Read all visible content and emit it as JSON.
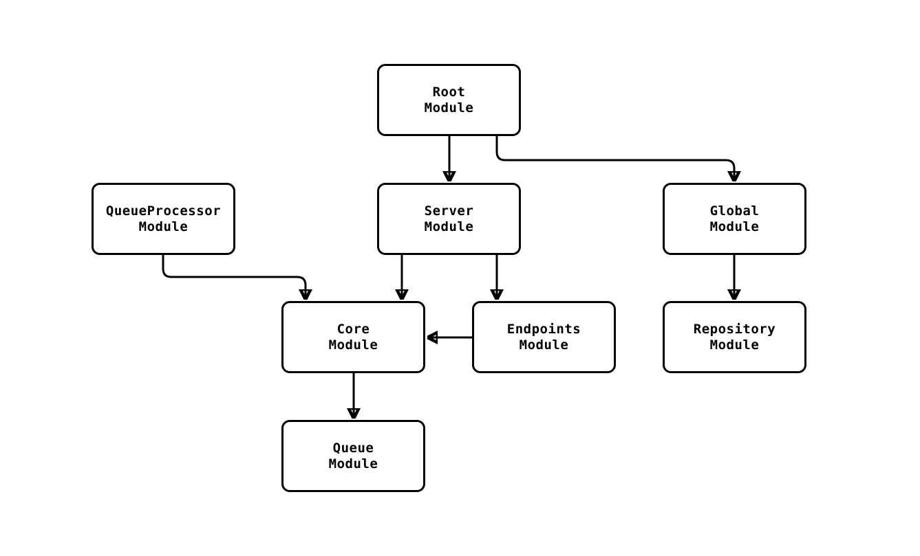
{
  "diagram": {
    "type": "module-dependency-flowchart",
    "background_color": "#ffffff",
    "stroke_color": "#000000",
    "node_fill_color": "#ffffff",
    "text_color": "#000000",
    "nodes": {
      "root": {
        "line1": "Root",
        "line2": "Module"
      },
      "queueprocessor": {
        "line1": "QueueProcessor",
        "line2": "Module"
      },
      "server": {
        "line1": "Server",
        "line2": "Module"
      },
      "global": {
        "line1": "Global",
        "line2": "Module"
      },
      "core": {
        "line1": "Core",
        "line2": "Module"
      },
      "endpoints": {
        "line1": "Endpoints",
        "line2": "Module"
      },
      "repository": {
        "line1": "Repository",
        "line2": "Module"
      },
      "queue": {
        "line1": "Queue",
        "line2": "Module"
      }
    },
    "edges": [
      {
        "from": "Root Module",
        "to": "Server Module"
      },
      {
        "from": "Root Module",
        "to": "Global Module"
      },
      {
        "from": "QueueProcessor Module",
        "to": "Core Module"
      },
      {
        "from": "Server Module",
        "to": "Core Module"
      },
      {
        "from": "Server Module",
        "to": "Endpoints Module"
      },
      {
        "from": "Endpoints Module",
        "to": "Core Module"
      },
      {
        "from": "Global Module",
        "to": "Repository Module"
      },
      {
        "from": "Core Module",
        "to": "Queue Module"
      }
    ]
  }
}
